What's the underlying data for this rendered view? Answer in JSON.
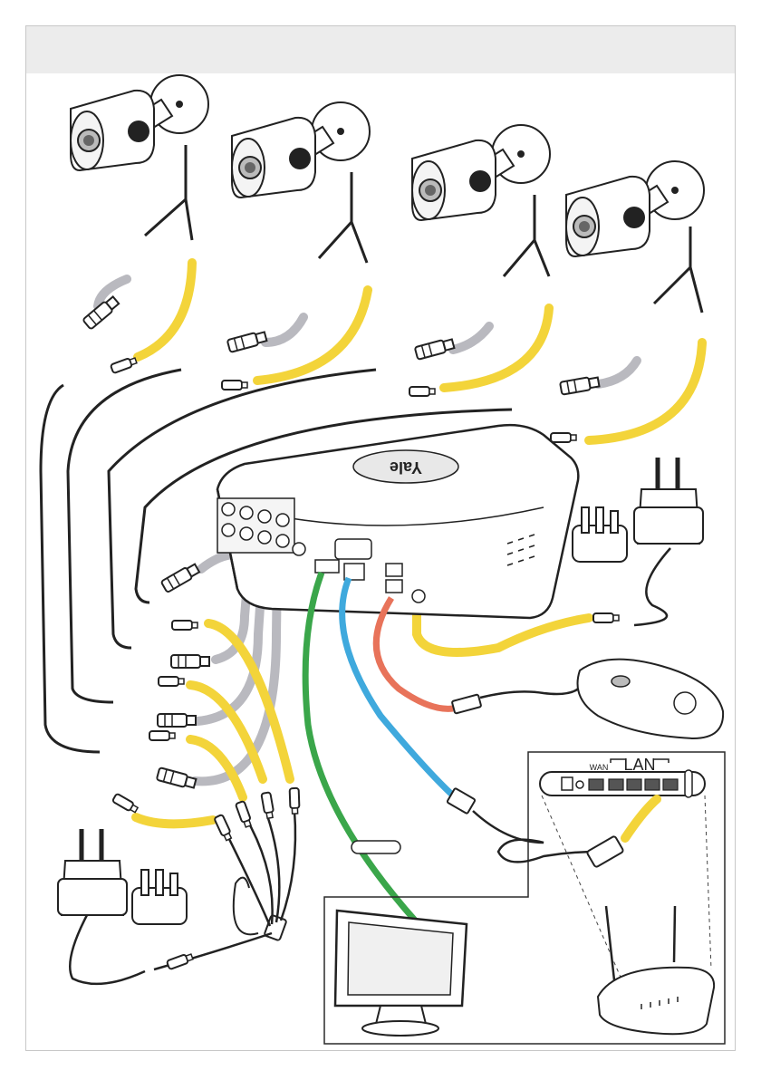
{
  "brand": {
    "logo": "Yale"
  },
  "router_panel": {
    "wan_label": "WAN",
    "lan_label": "LAN"
  },
  "hdmi_label": "",
  "colors": {
    "video_cable": "#b9b9bf",
    "power_cable": "#f3d43a",
    "hdmi_cable": "#3aa64a",
    "network_cable": "#3fa9dd",
    "usb_cable": "#e8735a",
    "header_band": "#ececec",
    "panel_border": "#2a2a2a"
  },
  "icons": [
    "camera-icon",
    "dvr-recorder-icon",
    "power-adapter-icon",
    "uk-plug-icon",
    "mouse-icon",
    "router-icon",
    "monitor-icon",
    "power-splitter-icon",
    "bnc-connector-icon",
    "dc-connector-icon",
    "rj45-connector-icon"
  ]
}
